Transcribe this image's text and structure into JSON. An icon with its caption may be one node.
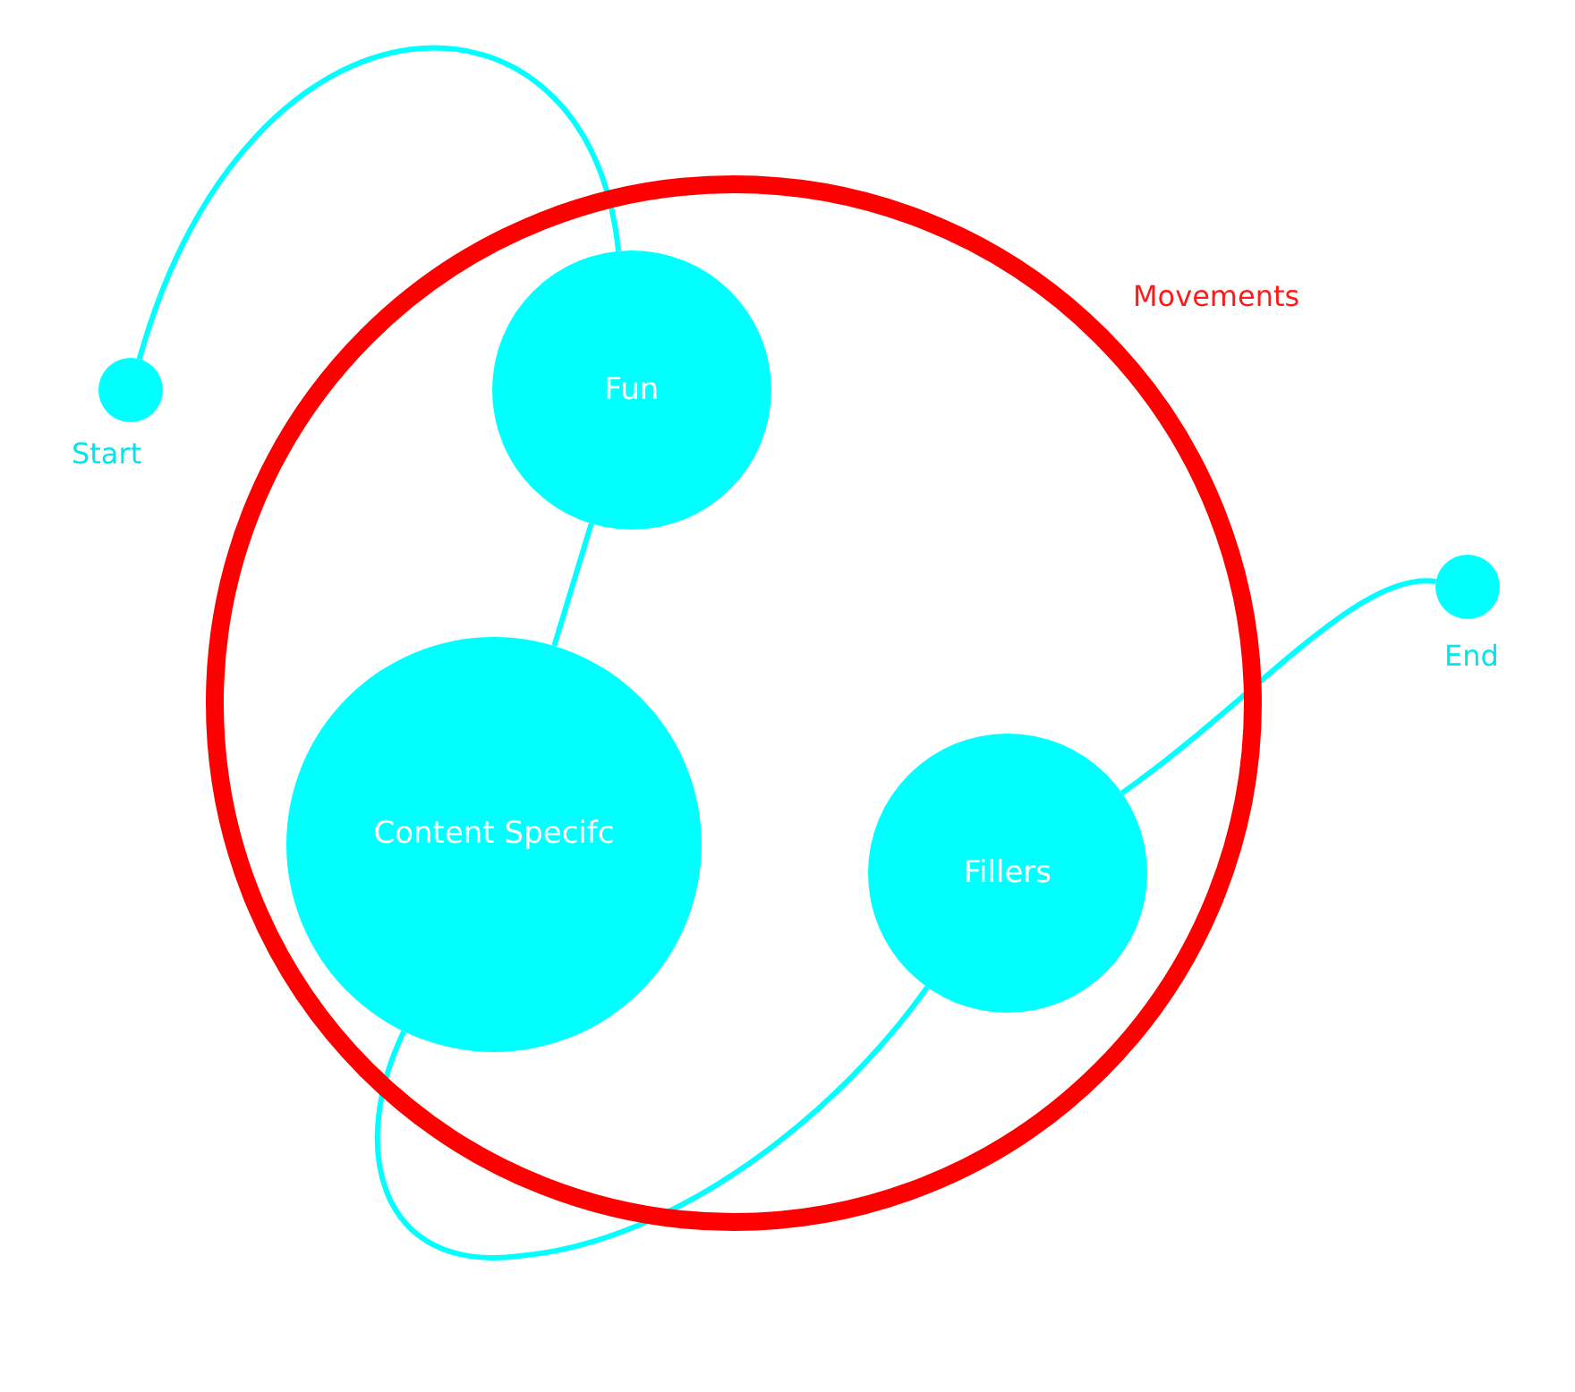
{
  "diagram": {
    "nodes": [
      {
        "text": [
          "Movements"
        ]
      },
      {
        "text": [],
        "shape": "circle",
        "beside": [
          "Start"
        ]
      },
      {
        "text": [
          "Fun"
        ],
        "in": 0
      },
      {
        "text": [
          "Content Specifc"
        ],
        "in": 0
      },
      {
        "text": [
          "Fillers"
        ],
        "in": 0
      },
      {
        "text": [],
        "shape": "circle",
        "beside": [
          "End"
        ]
      }
    ],
    "edges": [
      {
        "from": 1,
        "to": 2,
        "arrow": "none"
      },
      {
        "from": 2,
        "to": 3,
        "arrow": "none"
      },
      {
        "from": 3,
        "to": 4,
        "arrow": "none"
      },
      {
        "from": 4,
        "to": 5,
        "arrow": "none"
      }
    ]
  }
}
